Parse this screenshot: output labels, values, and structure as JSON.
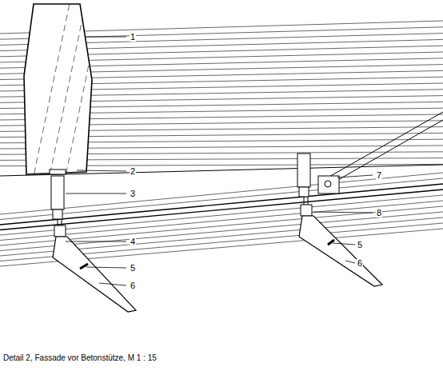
{
  "diagram": {
    "caption": "Detail 2, Fassade vor Betonstütze, M 1 : 15",
    "labels": [
      "1",
      "2",
      "3",
      "4",
      "5",
      "6",
      "5",
      "6",
      "7",
      "8"
    ]
  }
}
